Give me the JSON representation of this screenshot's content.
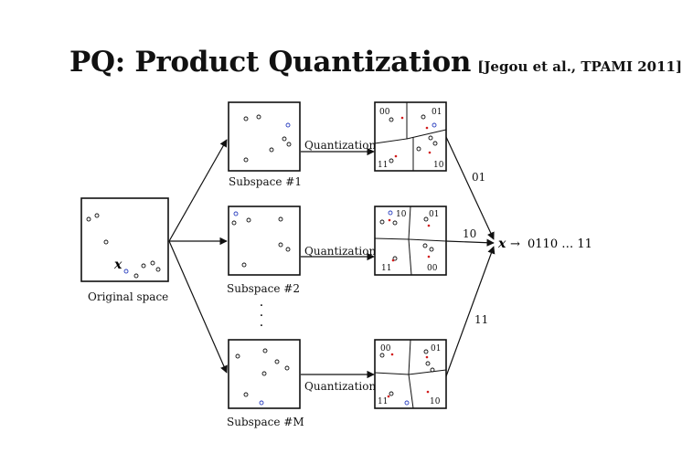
{
  "title": {
    "main": "PQ: Product Quantization",
    "citation": "[Jegou et al., TPAMI 2011]"
  },
  "original": {
    "label": "Original space",
    "marker": "x"
  },
  "subspaces": [
    {
      "label": "Subspace #1",
      "quant_label": "Quantization",
      "cells": [
        "00",
        "01",
        "11",
        "10"
      ],
      "edge_code": "01"
    },
    {
      "label": "Subspace #2",
      "quant_label": "Quantization",
      "cells": [
        "10",
        "01",
        "11",
        "00"
      ],
      "edge_code": "10"
    },
    {
      "label": "Subspace #M",
      "quant_label": "Quantization",
      "cells": [
        "00",
        "01",
        "11",
        "10"
      ],
      "edge_code": "11"
    }
  ],
  "vertical_ellipsis": "·",
  "output": {
    "symbol": "x",
    "arrow": "→",
    "code": "0110 … 11"
  },
  "colors": {
    "ink": "#111111",
    "point_blue": "#2a3fbf",
    "centroid_red": "#d21c1c"
  }
}
